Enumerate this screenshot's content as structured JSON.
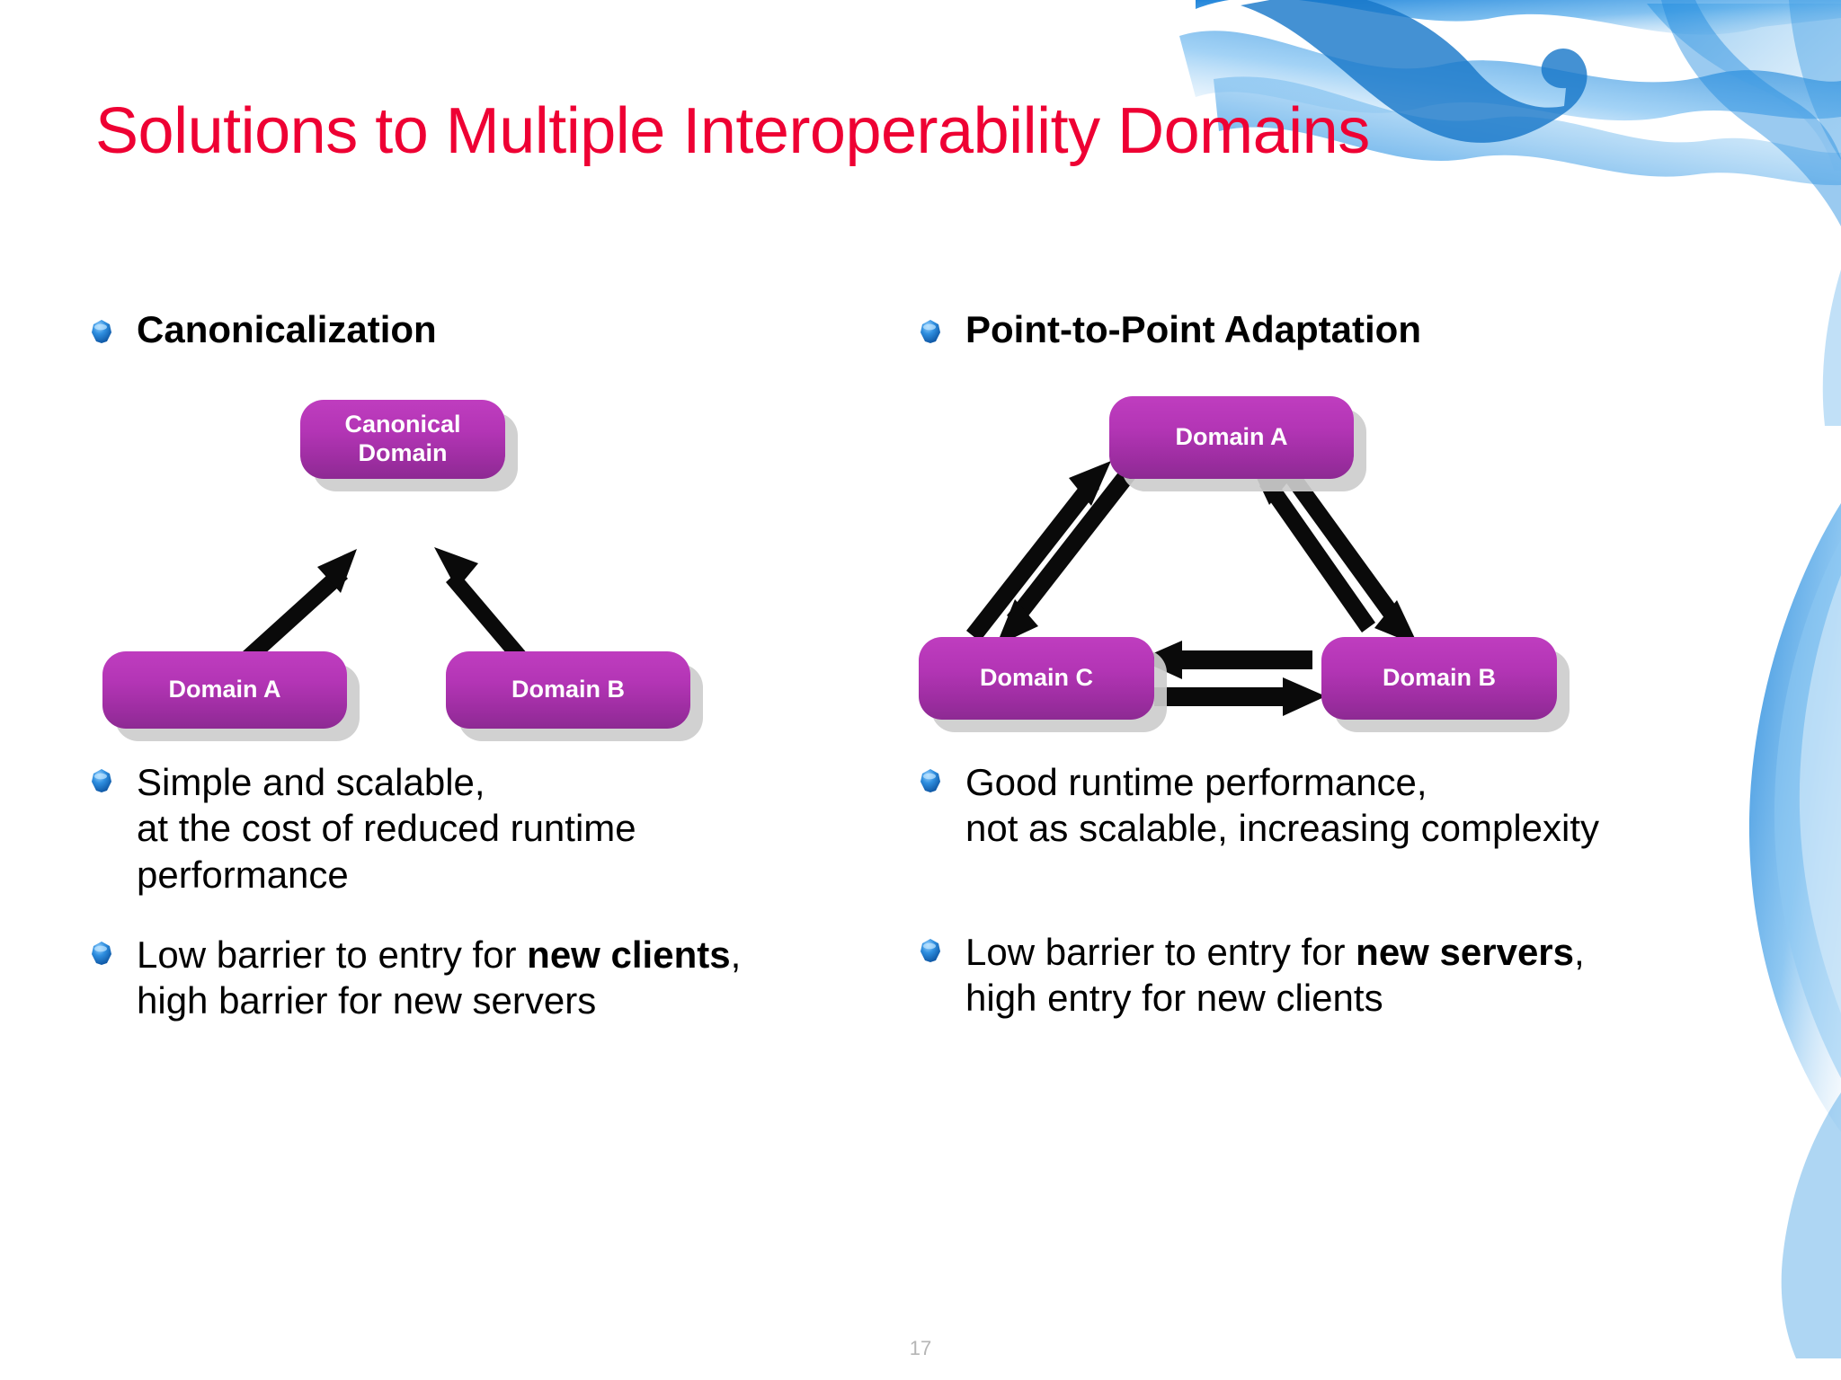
{
  "slide": {
    "title": "Solutions to Multiple Interoperability Domains",
    "title_color": "#ee0033",
    "page_number": "17",
    "background_color": "#ffffff",
    "accent_blue": "#1a7fd4",
    "node_color_top": "#bf3dbf",
    "node_color_bottom": "#8d2a93",
    "bullet_icon": "blue-gem-bullet"
  },
  "left_column": {
    "heading": "Canonicalization",
    "diagram": {
      "nodes": [
        {
          "id": "canonical",
          "label_line1": "Canonical",
          "label_line2": "Domain"
        },
        {
          "id": "domain-a",
          "label": "Domain A"
        },
        {
          "id": "domain-b",
          "label": "Domain B"
        }
      ],
      "arrows": [
        {
          "from": "domain-a",
          "to": "canonical",
          "direction": "one-way"
        },
        {
          "from": "domain-b",
          "to": "canonical",
          "direction": "one-way"
        }
      ]
    },
    "bullets": [
      {
        "plain_1": "Simple and scalable,",
        "plain_2": "at the cost of reduced runtime",
        "plain_3": "performance"
      },
      {
        "prefix": "Low barrier to entry for ",
        "bold": "new clients",
        "suffix": ",",
        "second_line": "high barrier for new servers"
      }
    ]
  },
  "right_column": {
    "heading": "Point-to-Point Adaptation",
    "diagram": {
      "nodes": [
        {
          "id": "domain-a",
          "label": "Domain A"
        },
        {
          "id": "domain-c",
          "label": "Domain C"
        },
        {
          "id": "domain-b",
          "label": "Domain B"
        }
      ],
      "arrows": [
        {
          "from": "domain-c",
          "to": "domain-a",
          "direction": "two-way"
        },
        {
          "from": "domain-a",
          "to": "domain-b",
          "direction": "two-way"
        },
        {
          "from": "domain-c",
          "to": "domain-b",
          "direction": "two-way"
        }
      ]
    },
    "bullets": [
      {
        "plain_1": "Good runtime performance,",
        "plain_2": "not as scalable, increasing complexity"
      },
      {
        "prefix": "Low barrier to entry for ",
        "bold": "new servers",
        "suffix": ",",
        "second_line": "high entry for new clients"
      }
    ]
  }
}
